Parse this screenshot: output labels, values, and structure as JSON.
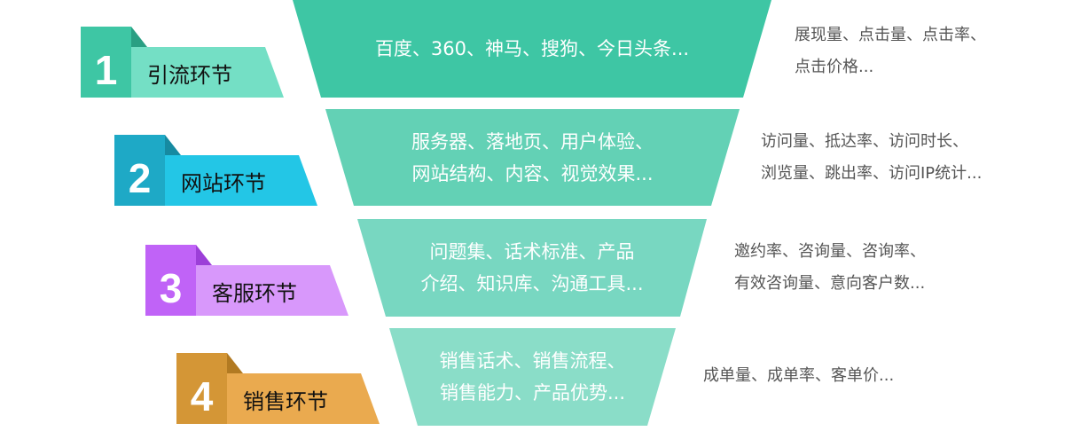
{
  "stages": [
    {
      "number": "1",
      "label": "引流环节",
      "funnel_lines": [
        "百度、360、神马、搜狗、今日头条..."
      ],
      "metrics_lines": [
        "展现量、点击量、点击率、",
        "点击价格..."
      ],
      "colors": {
        "square": "#3ec6a4",
        "fold": "#2a9f83",
        "banner": "#74dfc5",
        "funnel": "#3ec6a4"
      }
    },
    {
      "number": "2",
      "label": "网站环节",
      "funnel_lines": [
        "服务器、落地页、用户体验、",
        "网站结构、内容、视觉效果..."
      ],
      "metrics_lines": [
        "访问量、抵达率、访问时长、",
        "浏览量、跳出率、访问IP统计..."
      ],
      "colors": {
        "square": "#1ea9c6",
        "fold": "#168aa1",
        "banner": "#23c6e6",
        "funnel": "#63d1b5"
      }
    },
    {
      "number": "3",
      "label": "客服环节",
      "funnel_lines": [
        "问题集、话术标准、产品",
        "介绍、知识库、沟通工具..."
      ],
      "metrics_lines": [
        "邀约率、咨询量、咨询率、",
        "有效咨询量、意向客户数..."
      ],
      "colors": {
        "square": "#c063f7",
        "fold": "#9c3fd8",
        "banner": "#d898fb",
        "funnel": "#78d7c1"
      }
    },
    {
      "number": "4",
      "label": "销售环节",
      "funnel_lines": [
        "销售话术、销售流程、",
        "销售能力、产品优势..."
      ],
      "metrics_lines": [
        "成单量、成单率、客单价..."
      ],
      "colors": {
        "square": "#d49636",
        "fold": "#b27a22",
        "banner": "#eaaa4f",
        "funnel": "#8addc8"
      }
    }
  ]
}
